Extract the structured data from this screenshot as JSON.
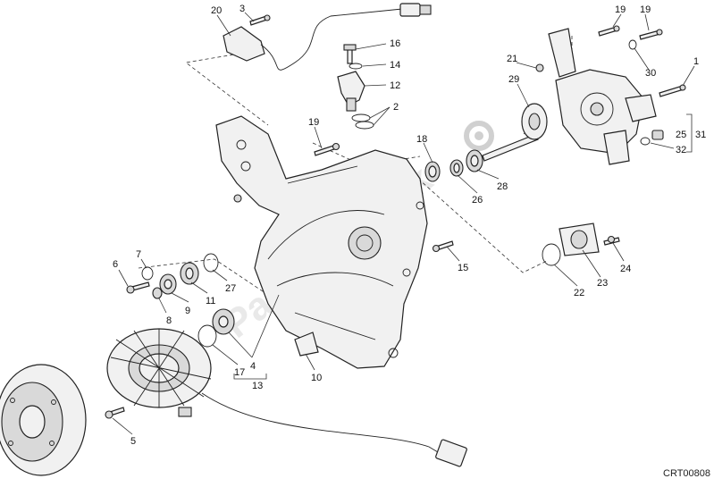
{
  "watermark": "Partsrepublik",
  "diagram_code": "CRT00808",
  "callouts": [
    "20",
    "3",
    "16",
    "14",
    "12",
    "2",
    "19",
    "19",
    "19",
    "21",
    "29",
    "1",
    "30",
    "25",
    "31",
    "32",
    "18",
    "26",
    "28",
    "6",
    "7",
    "8",
    "9",
    "11",
    "27",
    "17",
    "4",
    "13",
    "10",
    "15",
    "22",
    "23",
    "24",
    "5"
  ]
}
